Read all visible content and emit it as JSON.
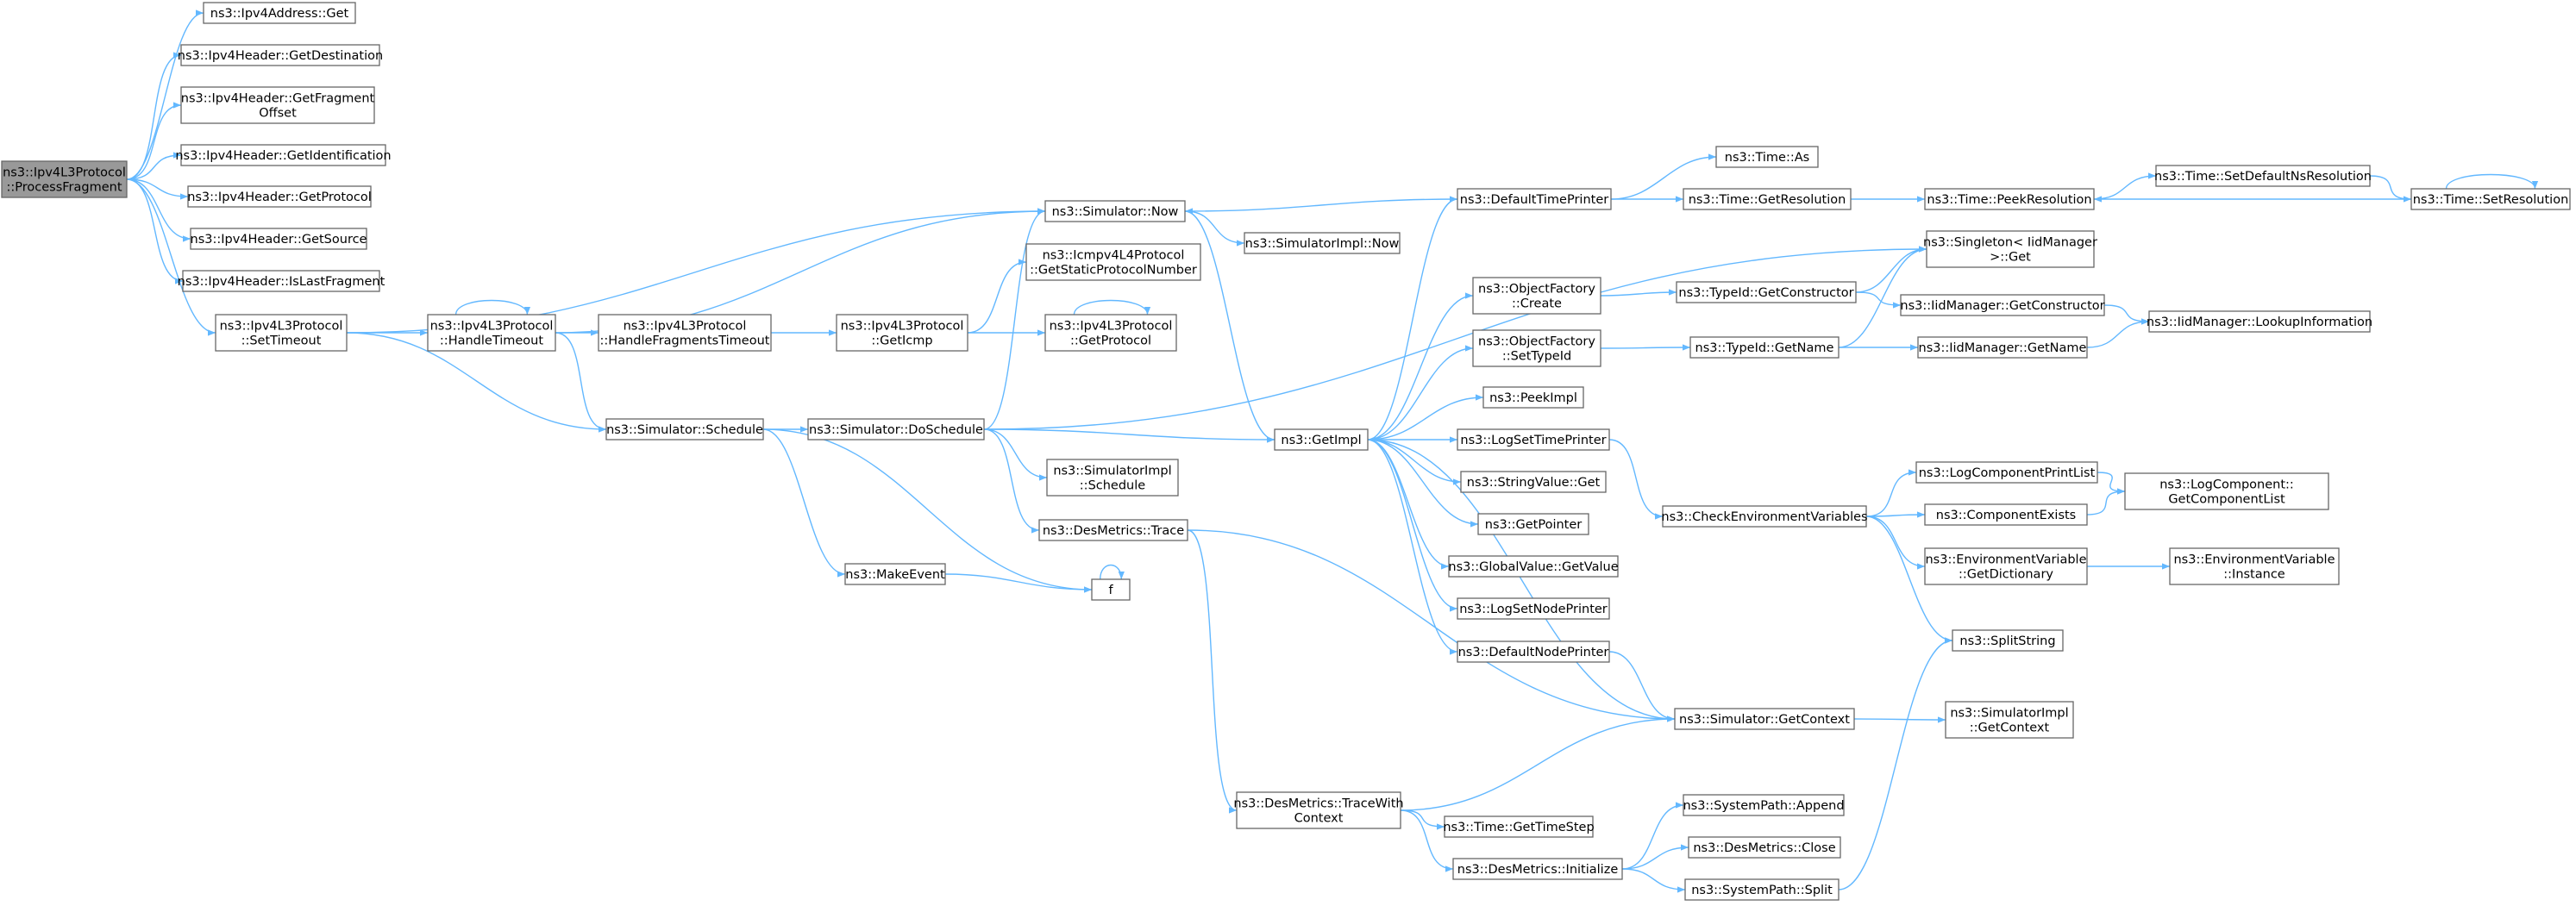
{
  "graph": {
    "nodes": [
      {
        "id": "root",
        "lines": [
          "ns3::Ipv4L3Protocol",
          "::ProcessFragment"
        ],
        "root": true
      },
      {
        "id": "ipv4addr_get",
        "lines": [
          "ns3::Ipv4Address::Get"
        ]
      },
      {
        "id": "hdr_getdest",
        "lines": [
          "ns3::Ipv4Header::GetDestination"
        ]
      },
      {
        "id": "hdr_getfrag",
        "lines": [
          "ns3::Ipv4Header::GetFragment",
          "Offset"
        ]
      },
      {
        "id": "hdr_getid",
        "lines": [
          "ns3::Ipv4Header::GetIdentification"
        ]
      },
      {
        "id": "hdr_getproto",
        "lines": [
          "ns3::Ipv4Header::GetProtocol"
        ]
      },
      {
        "id": "hdr_getsrc",
        "lines": [
          "ns3::Ipv4Header::GetSource"
        ]
      },
      {
        "id": "hdr_islast",
        "lines": [
          "ns3::Ipv4Header::IsLastFragment"
        ]
      },
      {
        "id": "settimeout",
        "lines": [
          "ns3::Ipv4L3Protocol",
          "::SetTimeout"
        ]
      },
      {
        "id": "handletimeout",
        "lines": [
          "ns3::Ipv4L3Protocol",
          "::HandleTimeout"
        ]
      },
      {
        "id": "handlefragtimeout",
        "lines": [
          "ns3::Ipv4L3Protocol",
          "::HandleFragmentsTimeout"
        ]
      },
      {
        "id": "geticmp",
        "lines": [
          "ns3::Ipv4L3Protocol",
          "::GetIcmp"
        ]
      },
      {
        "id": "icmpstatic",
        "lines": [
          "ns3::Icmpv4L4Protocol",
          "::GetStaticProtocolNumber"
        ]
      },
      {
        "id": "getprotocol",
        "lines": [
          "ns3::Ipv4L3Protocol",
          "::GetProtocol"
        ]
      },
      {
        "id": "sim_now",
        "lines": [
          "ns3::Simulator::Now"
        ]
      },
      {
        "id": "simimpl_now",
        "lines": [
          "ns3::SimulatorImpl::Now"
        ]
      },
      {
        "id": "sim_schedule",
        "lines": [
          "ns3::Simulator::Schedule"
        ]
      },
      {
        "id": "sim_doschedule",
        "lines": [
          "ns3::Simulator::DoSchedule"
        ]
      },
      {
        "id": "simimpl_schedule",
        "lines": [
          "ns3::SimulatorImpl",
          "::Schedule"
        ]
      },
      {
        "id": "desm_trace",
        "lines": [
          "ns3::DesMetrics::Trace"
        ]
      },
      {
        "id": "makeevent",
        "lines": [
          "ns3::MakeEvent"
        ]
      },
      {
        "id": "f",
        "lines": [
          "f"
        ]
      },
      {
        "id": "desm_tracewith",
        "lines": [
          "ns3::DesMetrics::TraceWith",
          "Context"
        ]
      },
      {
        "id": "time_gettimestep",
        "lines": [
          "ns3::Time::GetTimeStep"
        ]
      },
      {
        "id": "desm_init",
        "lines": [
          "ns3::DesMetrics::Initialize"
        ]
      },
      {
        "id": "sp_append",
        "lines": [
          "ns3::SystemPath::Append"
        ]
      },
      {
        "id": "desm_close",
        "lines": [
          "ns3::DesMetrics::Close"
        ]
      },
      {
        "id": "sp_split",
        "lines": [
          "ns3::SystemPath::Split"
        ]
      },
      {
        "id": "getimpl",
        "lines": [
          "ns3::GetImpl"
        ]
      },
      {
        "id": "defaulttimeprinter",
        "lines": [
          "ns3::DefaultTimePrinter"
        ]
      },
      {
        "id": "time_as",
        "lines": [
          "ns3::Time::As"
        ]
      },
      {
        "id": "time_getres",
        "lines": [
          "ns3::Time::GetResolution"
        ]
      },
      {
        "id": "time_peekres",
        "lines": [
          "ns3::Time::PeekResolution"
        ]
      },
      {
        "id": "time_setdefault",
        "lines": [
          "ns3::Time::SetDefaultNsResolution"
        ]
      },
      {
        "id": "time_setres",
        "lines": [
          "ns3::Time::SetResolution"
        ]
      },
      {
        "id": "singleton_get",
        "lines": [
          "ns3::Singleton< IidManager",
          " >::Get"
        ]
      },
      {
        "id": "of_create",
        "lines": [
          "ns3::ObjectFactory",
          "::Create"
        ]
      },
      {
        "id": "of_settypeid",
        "lines": [
          "ns3::ObjectFactory",
          "::SetTypeId"
        ]
      },
      {
        "id": "typeid_getctor",
        "lines": [
          "ns3::TypeId::GetConstructor"
        ]
      },
      {
        "id": "typeid_getname",
        "lines": [
          "ns3::TypeId::GetName"
        ]
      },
      {
        "id": "iid_getctor",
        "lines": [
          "ns3::IidManager::GetConstructor"
        ]
      },
      {
        "id": "iid_getname",
        "lines": [
          "ns3::IidManager::GetName"
        ]
      },
      {
        "id": "iid_lookup",
        "lines": [
          "ns3::IidManager::LookupInformation"
        ]
      },
      {
        "id": "peekimpl",
        "lines": [
          "ns3::PeekImpl"
        ]
      },
      {
        "id": "logsettimeprinter",
        "lines": [
          "ns3::LogSetTimePrinter"
        ]
      },
      {
        "id": "stringvalue_get",
        "lines": [
          "ns3::StringValue::Get"
        ]
      },
      {
        "id": "getpointer",
        "lines": [
          "ns3::GetPointer"
        ]
      },
      {
        "id": "globalvalue_getvalue",
        "lines": [
          "ns3::GlobalValue::GetValue"
        ]
      },
      {
        "id": "logsetnodeprinter",
        "lines": [
          "ns3::LogSetNodePrinter"
        ]
      },
      {
        "id": "defaultnodeprinter",
        "lines": [
          "ns3::DefaultNodePrinter"
        ]
      },
      {
        "id": "checkenv",
        "lines": [
          "ns3::CheckEnvironmentVariables"
        ]
      },
      {
        "id": "logcompprintlist",
        "lines": [
          "ns3::LogComponentPrintList"
        ]
      },
      {
        "id": "compexists",
        "lines": [
          "ns3::ComponentExists"
        ]
      },
      {
        "id": "logcomp_getlist",
        "lines": [
          "ns3::LogComponent::",
          "GetComponentList"
        ]
      },
      {
        "id": "envvar_getdict",
        "lines": [
          "ns3::EnvironmentVariable",
          "::GetDictionary"
        ]
      },
      {
        "id": "envvar_instance",
        "lines": [
          "ns3::EnvironmentVariable",
          "::Instance"
        ]
      },
      {
        "id": "splitstring",
        "lines": [
          "ns3::SplitString"
        ]
      },
      {
        "id": "sim_getcontext",
        "lines": [
          "ns3::Simulator::GetContext"
        ]
      },
      {
        "id": "simimpl_getcontext",
        "lines": [
          "ns3::SimulatorImpl",
          "::GetContext"
        ]
      }
    ],
    "edges": [
      [
        "root",
        "ipv4addr_get"
      ],
      [
        "root",
        "hdr_getdest"
      ],
      [
        "root",
        "hdr_getfrag"
      ],
      [
        "root",
        "hdr_getid"
      ],
      [
        "root",
        "hdr_getproto"
      ],
      [
        "root",
        "hdr_getsrc"
      ],
      [
        "root",
        "hdr_islast"
      ],
      [
        "root",
        "settimeout"
      ],
      [
        "settimeout",
        "sim_now"
      ],
      [
        "settimeout",
        "handletimeout"
      ],
      [
        "settimeout",
        "sim_schedule"
      ],
      [
        "handletimeout",
        "handletimeout"
      ],
      [
        "handletimeout",
        "sim_now"
      ],
      [
        "handletimeout",
        "handlefragtimeout"
      ],
      [
        "handletimeout",
        "sim_schedule"
      ],
      [
        "handlefragtimeout",
        "geticmp"
      ],
      [
        "geticmp",
        "icmpstatic"
      ],
      [
        "geticmp",
        "getprotocol"
      ],
      [
        "getprotocol",
        "getprotocol"
      ],
      [
        "sim_now",
        "simimpl_now"
      ],
      [
        "sim_now",
        "getimpl"
      ],
      [
        "sim_schedule",
        "sim_doschedule"
      ],
      [
        "sim_schedule",
        "makeevent"
      ],
      [
        "sim_schedule",
        "f"
      ],
      [
        "sim_doschedule",
        "sim_now"
      ],
      [
        "sim_doschedule",
        "singleton_get"
      ],
      [
        "sim_doschedule",
        "getimpl"
      ],
      [
        "sim_doschedule",
        "simimpl_schedule"
      ],
      [
        "sim_doschedule",
        "desm_trace"
      ],
      [
        "desm_trace",
        "desm_tracewith"
      ],
      [
        "desm_trace",
        "sim_getcontext"
      ],
      [
        "makeevent",
        "f"
      ],
      [
        "f",
        "f"
      ],
      [
        "desm_tracewith",
        "sim_getcontext"
      ],
      [
        "desm_tracewith",
        "time_gettimestep"
      ],
      [
        "desm_tracewith",
        "desm_init"
      ],
      [
        "desm_init",
        "sp_append"
      ],
      [
        "desm_init",
        "desm_close"
      ],
      [
        "desm_init",
        "sp_split"
      ],
      [
        "sp_split",
        "splitstring"
      ],
      [
        "getimpl",
        "defaulttimeprinter"
      ],
      [
        "getimpl",
        "of_create"
      ],
      [
        "getimpl",
        "of_settypeid"
      ],
      [
        "getimpl",
        "peekimpl"
      ],
      [
        "getimpl",
        "logsettimeprinter"
      ],
      [
        "getimpl",
        "stringvalue_get"
      ],
      [
        "getimpl",
        "getpointer"
      ],
      [
        "getimpl",
        "globalvalue_getvalue"
      ],
      [
        "getimpl",
        "logsetnodeprinter"
      ],
      [
        "getimpl",
        "defaultnodeprinter"
      ],
      [
        "defaulttimeprinter",
        "time_as"
      ],
      [
        "defaulttimeprinter",
        "time_getres"
      ],
      [
        "defaulttimeprinter",
        "sim_now"
      ],
      [
        "time_getres",
        "time_peekres"
      ],
      [
        "time_peekres",
        "time_setdefault"
      ],
      [
        "time_setdefault",
        "time_setres"
      ],
      [
        "time_setres",
        "time_peekres"
      ],
      [
        "time_setres",
        "time_setres"
      ],
      [
        "of_create",
        "typeid_getctor"
      ],
      [
        "of_settypeid",
        "typeid_getname"
      ],
      [
        "typeid_getctor",
        "singleton_get"
      ],
      [
        "typeid_getctor",
        "iid_getctor"
      ],
      [
        "typeid_getname",
        "singleton_get"
      ],
      [
        "typeid_getname",
        "iid_getname"
      ],
      [
        "iid_getctor",
        "iid_lookup"
      ],
      [
        "iid_getname",
        "iid_lookup"
      ],
      [
        "logsettimeprinter",
        "checkenv"
      ],
      [
        "checkenv",
        "logcompprintlist"
      ],
      [
        "checkenv",
        "compexists"
      ],
      [
        "checkenv",
        "envvar_getdict"
      ],
      [
        "checkenv",
        "splitstring"
      ],
      [
        "logcompprintlist",
        "logcomp_getlist"
      ],
      [
        "compexists",
        "logcomp_getlist"
      ],
      [
        "envvar_getdict",
        "envvar_instance"
      ],
      [
        "defaultnodeprinter",
        "sim_getcontext"
      ],
      [
        "sim_getcontext",
        "getimpl"
      ],
      [
        "sim_getcontext",
        "simimpl_getcontext"
      ]
    ]
  }
}
